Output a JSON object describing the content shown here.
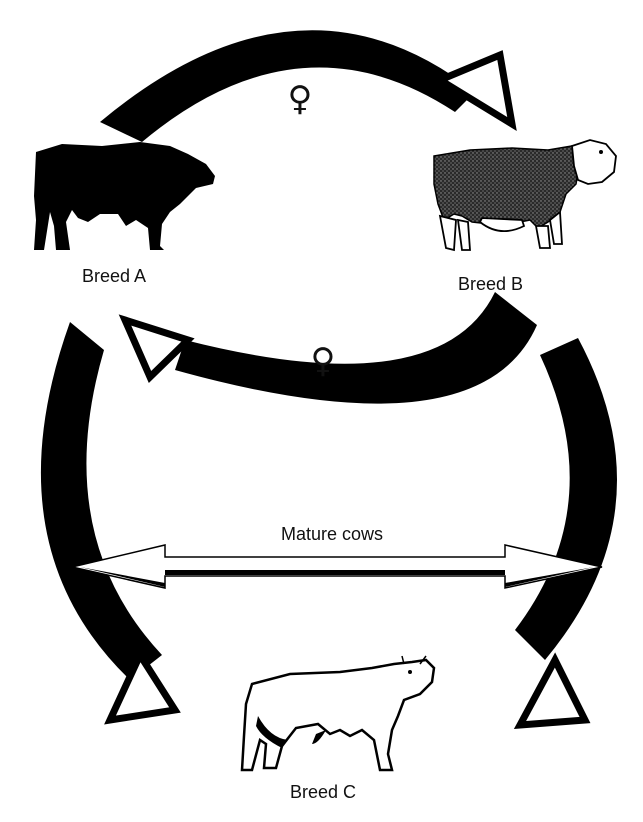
{
  "breeds": {
    "a": {
      "label": "Breed A"
    },
    "b": {
      "label": "Breed B"
    },
    "c": {
      "label": "Breed C"
    }
  },
  "arrows": {
    "top_symbol": "♀",
    "middle_symbol": "♀",
    "cows_label": "Mature cows"
  },
  "colors": {
    "arrow": "#000000",
    "background": "#ffffff"
  }
}
